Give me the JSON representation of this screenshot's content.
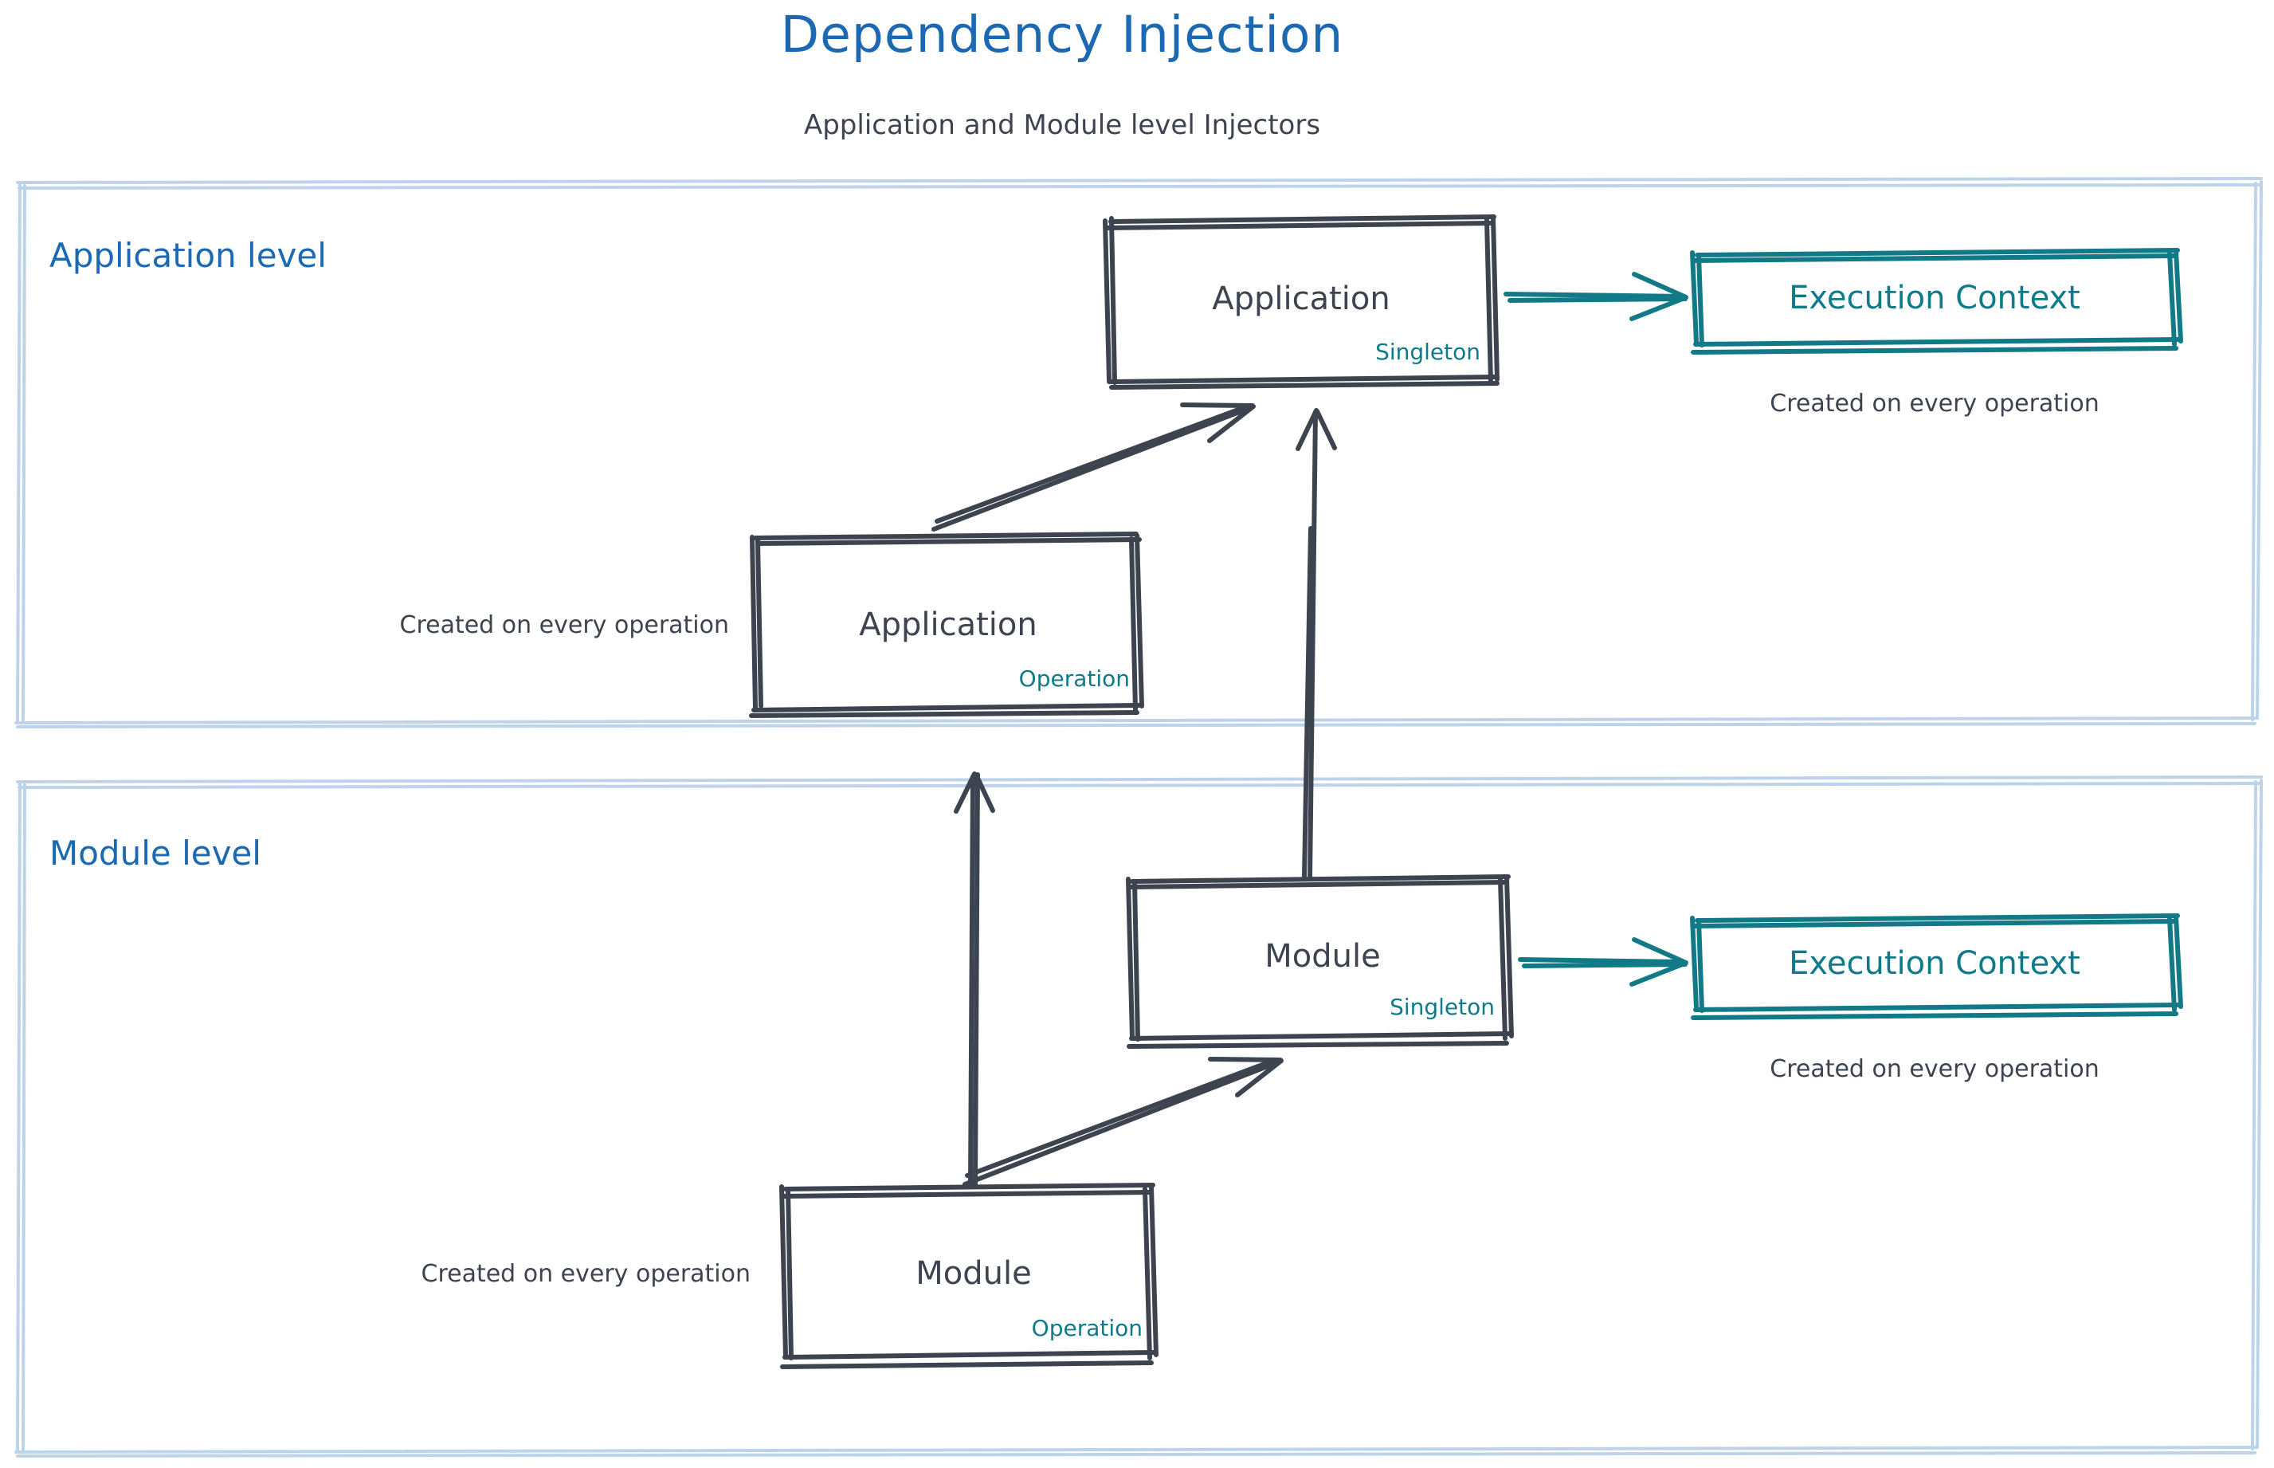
{
  "header": {
    "title": "Dependency Injection",
    "subtitle": "Application and Module level Injectors"
  },
  "colors": {
    "title_blue": "#1b68b3",
    "group_blue": "#1b68b3",
    "container_border": "#bdd3ea",
    "ink": "#3d4450",
    "teal": "#0f7b8a",
    "background": "#ffffff"
  },
  "groups": [
    {
      "id": "application-level",
      "label": "Application level"
    },
    {
      "id": "module-level",
      "label": "Module level"
    }
  ],
  "nodes": {
    "application_singleton": {
      "title": "Application",
      "scope": "Singleton"
    },
    "application_operation": {
      "title": "Application",
      "scope": "Operation",
      "note": "Created on every operation"
    },
    "application_execution_context": {
      "title": "Execution Context",
      "note": "Created on every operation"
    },
    "module_singleton": {
      "title": "Module",
      "scope": "Singleton"
    },
    "module_operation": {
      "title": "Module",
      "scope": "Operation",
      "note": "Created on every operation"
    },
    "module_execution_context": {
      "title": "Execution Context",
      "note": "Created on every operation"
    }
  },
  "edges": [
    {
      "id": "app-singleton-to-exec-ctx",
      "from": "application_singleton",
      "to": "application_execution_context",
      "style": "teal-arrow"
    },
    {
      "id": "app-operation-to-app-singleton",
      "from": "application_operation",
      "to": "application_singleton",
      "style": "ink-arrow"
    },
    {
      "id": "module-singleton-to-app-singleton",
      "from": "module_singleton",
      "to": "application_singleton",
      "style": "ink-arrow"
    },
    {
      "id": "module-singleton-to-module-exec-ctx",
      "from": "module_singleton",
      "to": "module_execution_context",
      "style": "teal-arrow"
    },
    {
      "id": "module-operation-to-module-singleton",
      "from": "module_operation",
      "to": "module_singleton",
      "style": "ink-arrow"
    },
    {
      "id": "module-operation-to-app-operation",
      "from": "module_operation",
      "to": "application_operation",
      "style": "ink-arrow"
    }
  ]
}
